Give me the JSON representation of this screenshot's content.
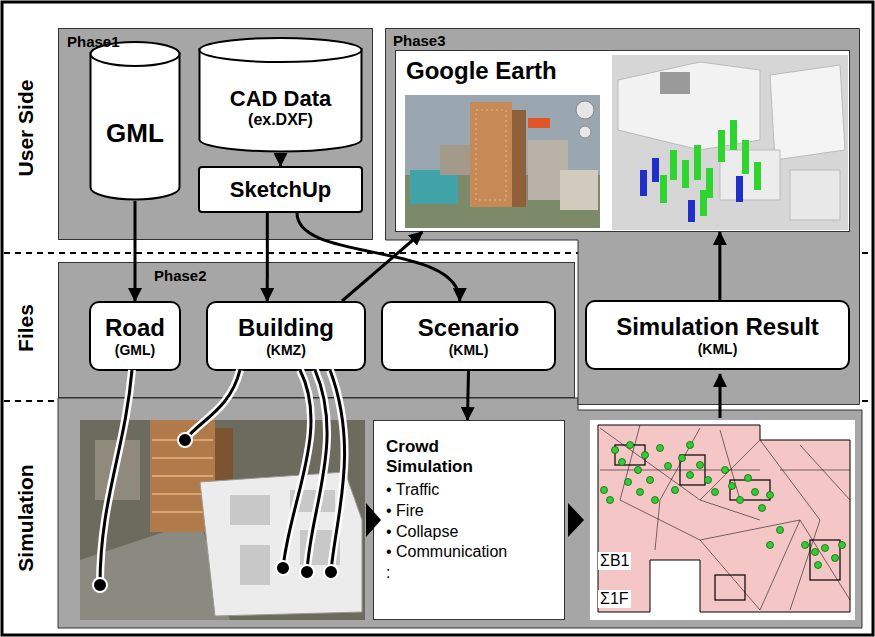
{
  "diagram": {
    "nodes": [
      {
        "text": [
          "Phase1"
        ]
      },
      {
        "text": [
          "GML"
        ],
        "in": 0
      },
      {
        "text": [
          "CAD Data",
          "(ex.DXF)"
        ],
        "in": 0
      },
      {
        "text": [
          "SketchUp"
        ],
        "in": 0
      },
      {
        "text": [
          "Phase3"
        ]
      },
      {
        "text": [
          "Google Earth"
        ],
        "in": 4
      },
      {
        "text": [
          "Phase2"
        ]
      },
      {
        "text": [
          "Road",
          "(GML)"
        ],
        "in": 6
      },
      {
        "text": [
          "Building",
          "(KMZ)"
        ],
        "in": 6
      },
      {
        "text": [
          "Scenario",
          "(KML)"
        ],
        "in": 6
      },
      {
        "text": [
          "Simulation Result",
          "(KML)"
        ],
        "in": 4
      },
      {
        "text": [
          "Crowd Simulation",
          "• Traffic",
          "• Fire",
          "• Collapse",
          "• Communication",
          ":"
        ]
      }
    ],
    "edges": [
      {
        "from": 1,
        "to": 7,
        "arrow": "to"
      },
      {
        "from": 2,
        "to": 3,
        "arrow": "to"
      },
      {
        "from": 3,
        "to": 8,
        "arrow": "to"
      },
      {
        "from": 3,
        "to": 9,
        "arrow": "to"
      },
      {
        "from": 8,
        "to": 5,
        "arrow": "to"
      },
      {
        "from": 9,
        "to": 11,
        "arrow": "to"
      },
      {
        "from": 10,
        "to": 5,
        "arrow": "to"
      }
    ],
    "labels": [
      "User Side",
      "Files",
      "Simulation",
      "ΣB1",
      "Σ1F"
    ]
  }
}
